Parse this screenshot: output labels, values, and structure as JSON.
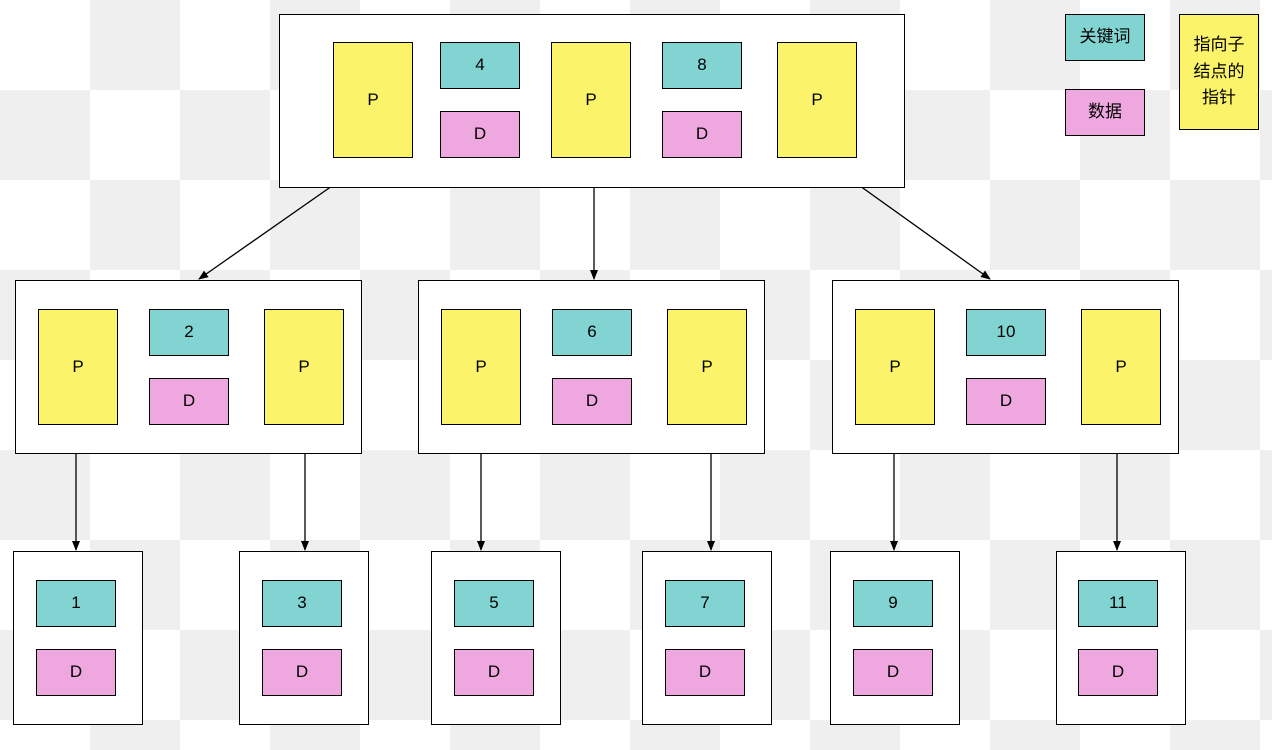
{
  "colors": {
    "pointer": "#fbf36a",
    "key": "#82d4d2",
    "data": "#efa7e0",
    "edge": "#000000"
  },
  "legend": {
    "key_label": "关键词",
    "data_label": "数据",
    "pointer_label": "指向子\n结点的\n指针"
  },
  "labels": {
    "pointer": "P",
    "data": "D"
  },
  "root": {
    "keys": [
      "4",
      "8"
    ]
  },
  "level2": [
    {
      "key": "2"
    },
    {
      "key": "6"
    },
    {
      "key": "10"
    }
  ],
  "leaves": [
    {
      "key": "1"
    },
    {
      "key": "3"
    },
    {
      "key": "5"
    },
    {
      "key": "7"
    },
    {
      "key": "9"
    },
    {
      "key": "11"
    }
  ]
}
